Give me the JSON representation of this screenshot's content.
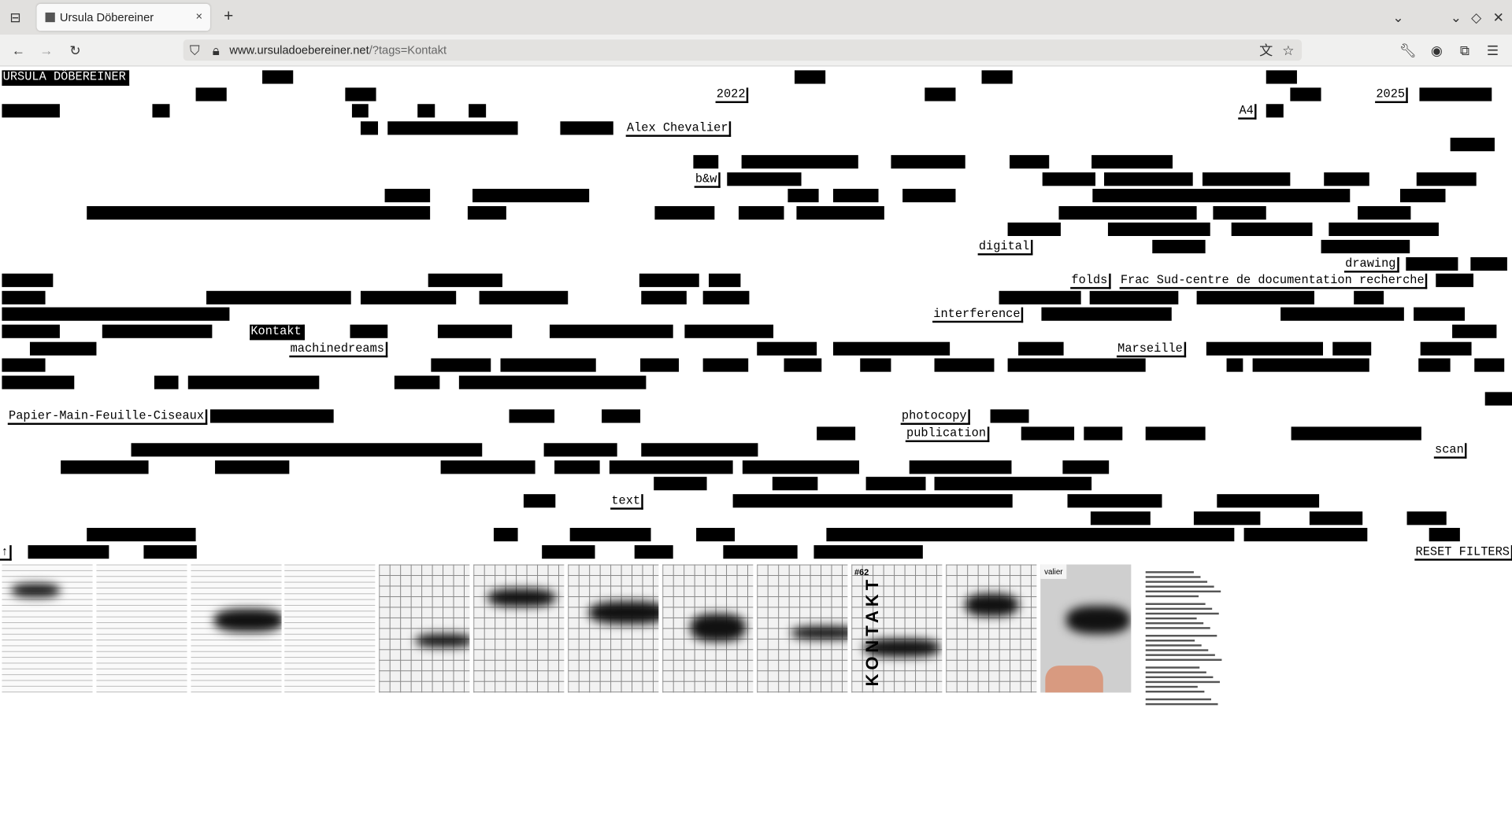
{
  "browser": {
    "tab_title": "Ursula Döbereiner",
    "url_host": "www.ursuladoebereiner.net",
    "url_path": "/?tags=Kontakt",
    "new_tab": "+",
    "close": "×"
  },
  "site": {
    "title": "URSULA DÖBEREINER",
    "scroll_top": "↑",
    "reset": "RESET FILTERS"
  },
  "tags": {
    "y2022": "2022",
    "y2025": "2025",
    "a4": "A4",
    "alex": "Alex Chevalier",
    "bw": "b&w",
    "digital": "digital",
    "drawing": "drawing",
    "folds": "folds",
    "frac": "Frac Sud-centre de documentation recherche",
    "interference": "interference",
    "kontakt": "Kontakt",
    "machinedreams": "machinedreams",
    "marseille": "Marseille",
    "papier": "Papier-Main-Feuille-Ciseaux",
    "photocopy": "photocopy",
    "publication": "publication",
    "scan": "scan",
    "text": "text"
  },
  "thumbs": {
    "kontakt_number": "#62",
    "kontakt_word": "KONTAKT",
    "valier": "valier"
  },
  "selected_tag": "Kontakt"
}
